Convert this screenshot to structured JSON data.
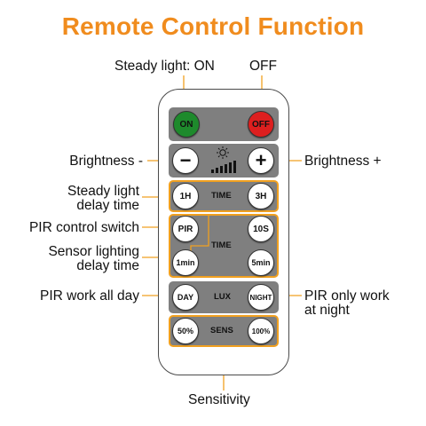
{
  "title": "Remote Control Function",
  "labels": {
    "steady_on": "Steady light: ON",
    "off": "OFF",
    "brightness_minus": "Brightness -",
    "brightness_plus": "Brightness +",
    "steady_delay_1": "Steady light",
    "steady_delay_2": "delay time",
    "pir_control": "PIR control switch",
    "sensor_delay_1": "Sensor lighting",
    "sensor_delay_2": "delay time",
    "pir_all_day": "PIR work all day",
    "pir_night_1": "PIR only work",
    "pir_night_2": "at night",
    "sensitivity": "Sensitivity"
  },
  "remote": {
    "on": "ON",
    "off": "OFF",
    "minus": "−",
    "plus": "+",
    "h1": "1H",
    "h3": "3H",
    "time1": "TIME",
    "pir": "PIR",
    "s10": "10S",
    "time2": "TIME",
    "min1": "1min",
    "min5": "5min",
    "day": "DAY",
    "lux": "LUX",
    "night": "NIGHT",
    "p50": "50%",
    "sens": "SENS",
    "p100": "100%"
  },
  "colors": {
    "accent": "#f08c1e",
    "on": "#1e8a2c",
    "off": "#dd1f1f",
    "panel": "#7f7f7f"
  }
}
